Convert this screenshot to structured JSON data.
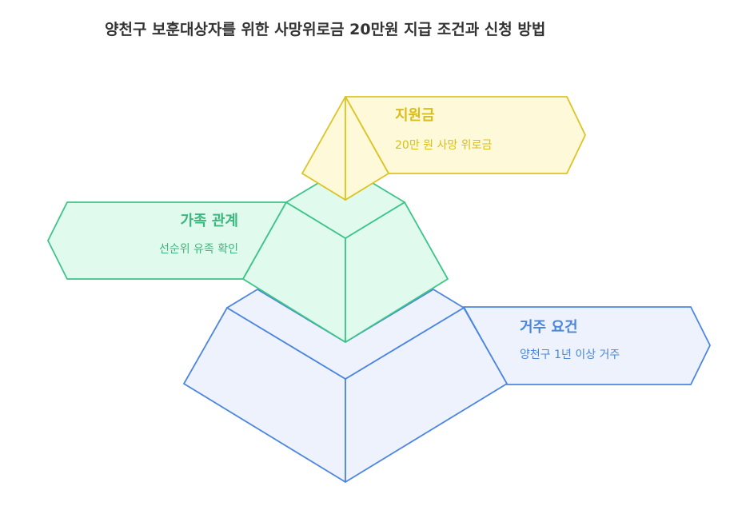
{
  "title": "양천구 보훈대상자를 위한 사망위로금 20만원 지급 조건과 신청 방법",
  "levels": [
    {
      "id": "top",
      "title": "지원금",
      "desc": "20만 원 사망 위로금"
    },
    {
      "id": "middle",
      "title": "가족 관계",
      "desc": "선순위 유족 확인"
    },
    {
      "id": "bottom",
      "title": "거주 요건",
      "desc": "양천구 1년 이상 거주"
    }
  ],
  "colors": {
    "title_text": "#333333",
    "top_fill": "#FEF9D8",
    "top_stroke": "#DDC426",
    "top_text": "#D9BE1B",
    "middle_fill": "#E1FAEE",
    "middle_stroke": "#3DC488",
    "middle_text": "#3DB77F",
    "bottom_fill": "#EDF2FD",
    "bottom_stroke": "#4D86DE",
    "bottom_text": "#4A86DA"
  }
}
